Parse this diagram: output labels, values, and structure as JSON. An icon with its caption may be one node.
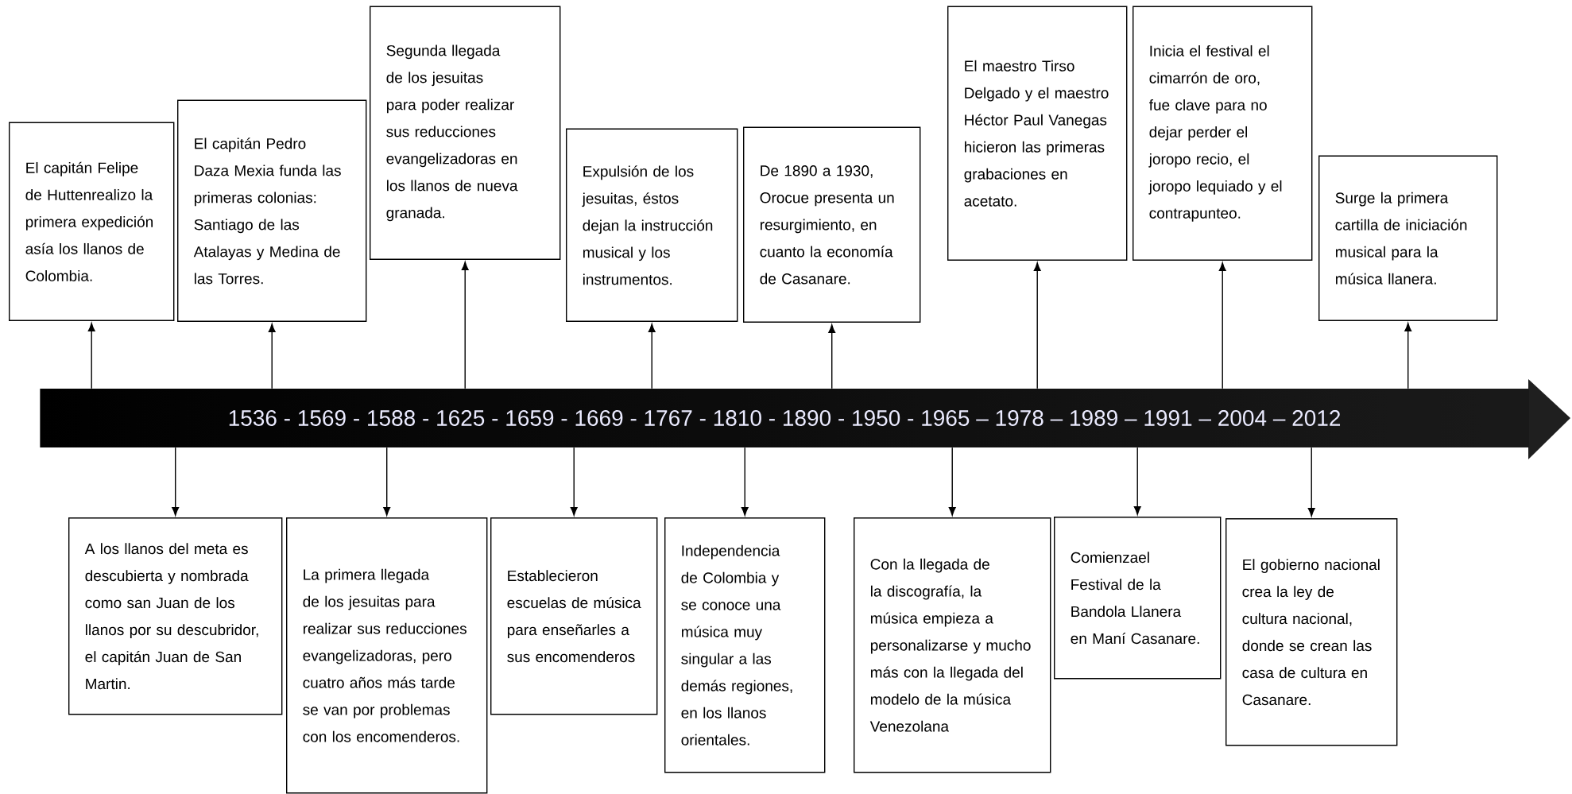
{
  "diagram": {
    "nodes": [
      {
        "text": [
          "1536 - 1569 - 1588 - 1625 - 1659 - 1669 - 1767 - 1810 - 1890 - 1950 - 1965 – 1978 – 1989 – 1991 – 2004 – 2012"
        ]
      },
      {
        "text": [
          "El capitán Felipe de Huttenrealizo la primera expedición asía los llanos de Colombia."
        ]
      },
      {
        "text": [
          "El capitán Pedro Daza Mexia funda las primeras colonias: Santiago de las Atalayas y Medina de las Torres."
        ]
      },
      {
        "text": [
          "Segunda llegada de los jesuitas para poder realizar sus reducciones evangelizadoras en los llanos de nueva granada."
        ]
      },
      {
        "text": [
          "Expulsión de los jesuitas, éstos dejan la instrucción musical y los instrumentos."
        ]
      },
      {
        "text": [
          "De 1890 a 1930, Orocue presenta un resurgimiento, en cuanto la economía de Casanare."
        ]
      },
      {
        "text": [
          "El maestro Tirso Delgado y el maestro Héctor Paul Vanegas hicieron las primeras grabaciones en acetato."
        ]
      },
      {
        "text": [
          "Inicia el festival el cimarrón de oro, fue clave para no dejar perder el joropo recio, el joropo lequiado y el contrapunteo."
        ]
      },
      {
        "text": [
          "Surge la primera cartilla de iniciación musical para la música llanera."
        ]
      },
      {
        "text": [
          "A los llanos del meta es descubierta y nombrada como san Juan de los llanos por su descubridor, el capitán Juan de San Martin."
        ]
      },
      {
        "text": [
          "La primera llegada de los jesuitas para realizar sus reducciones evangelizadoras, pero cuatro años más tarde se van por problemas con los encomenderos."
        ]
      },
      {
        "text": [
          "Establecieron escuelas de música para enseñarles a sus encomenderos"
        ]
      },
      {
        "text": [
          "Independencia de Colombia y se conoce una música muy singular a las demás regiones, en los llanos orientales."
        ]
      },
      {
        "text": [
          "Con la llegada de la discografía, la música empieza a personalizarse y mucho más con la llegada del modelo de la música Venezolana"
        ]
      },
      {
        "text": [
          "Comienzael Festival de la Bandola Llanera en Maní Casanare."
        ]
      },
      {
        "text": [
          "El gobierno nacional crea la ley de cultura nacional, donde se crean las casa de cultura en Casanare."
        ]
      }
    ],
    "edges": [
      {
        "from": 0,
        "to": 1,
        "arrow": "to"
      },
      {
        "from": 0,
        "to": 2,
        "arrow": "to"
      },
      {
        "from": 0,
        "to": 3,
        "arrow": "to"
      },
      {
        "from": 0,
        "to": 4,
        "arrow": "to"
      },
      {
        "from": 0,
        "to": 5,
        "arrow": "to"
      },
      {
        "from": 0,
        "to": 6,
        "arrow": "to"
      },
      {
        "from": 0,
        "to": 7,
        "arrow": "to"
      },
      {
        "from": 0,
        "to": 8,
        "arrow": "to"
      },
      {
        "from": 0,
        "to": 9,
        "arrow": "to"
      },
      {
        "from": 0,
        "to": 10,
        "arrow": "to"
      },
      {
        "from": 0,
        "to": 11,
        "arrow": "to"
      },
      {
        "from": 0,
        "to": 12,
        "arrow": "to"
      },
      {
        "from": 0,
        "to": 13,
        "arrow": "to"
      },
      {
        "from": 0,
        "to": 14,
        "arrow": "to"
      },
      {
        "from": 0,
        "to": 15,
        "arrow": "to"
      }
    ]
  }
}
